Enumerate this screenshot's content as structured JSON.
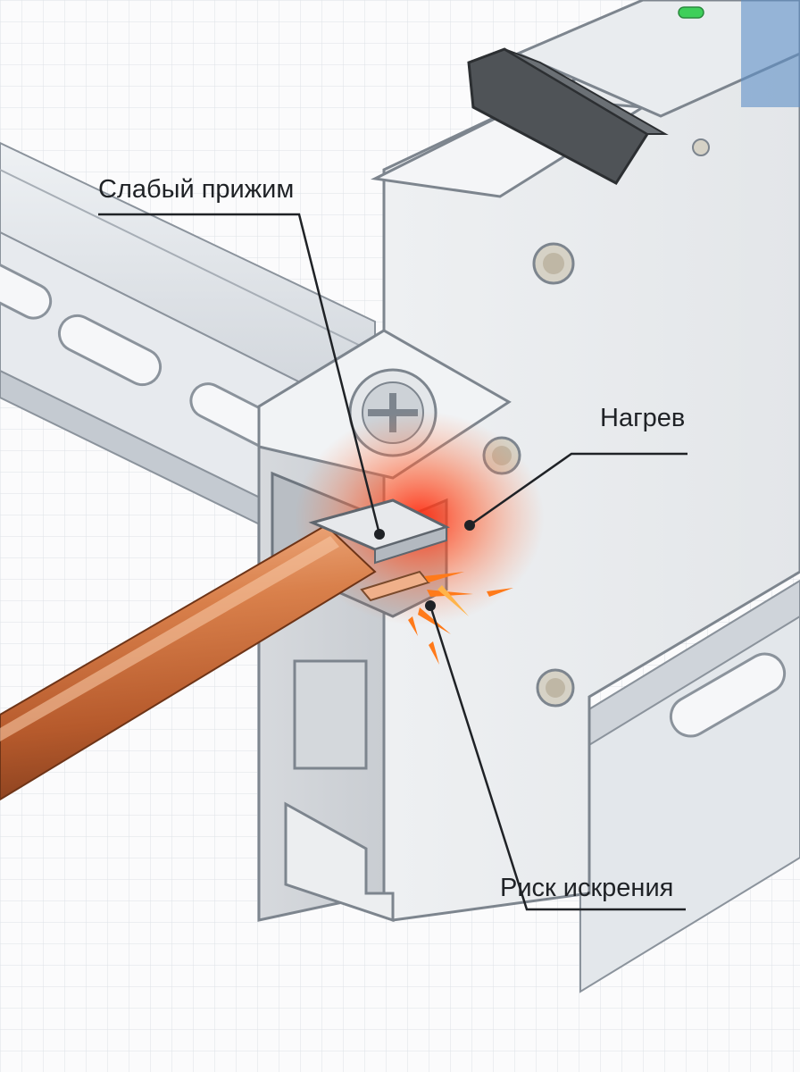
{
  "illustration": {
    "subject": "circuit-breaker-on-din-rail-with-loose-terminal",
    "colors": {
      "grid": "#d9dde3",
      "breaker_body": "#e9ecef",
      "rail": "#dfe3e8",
      "toggle": "#4f5357",
      "copper": "#c46a3a",
      "heat_glow": "#ff3a1a",
      "spark": "#ff7a1a",
      "indicator": "#3ecf5a",
      "accent_blue": "#5d8fc7"
    }
  },
  "callouts": {
    "weak_clamp": "Слабый прижим",
    "heating": "Нагрев",
    "spark_risk": "Риск искрения"
  }
}
